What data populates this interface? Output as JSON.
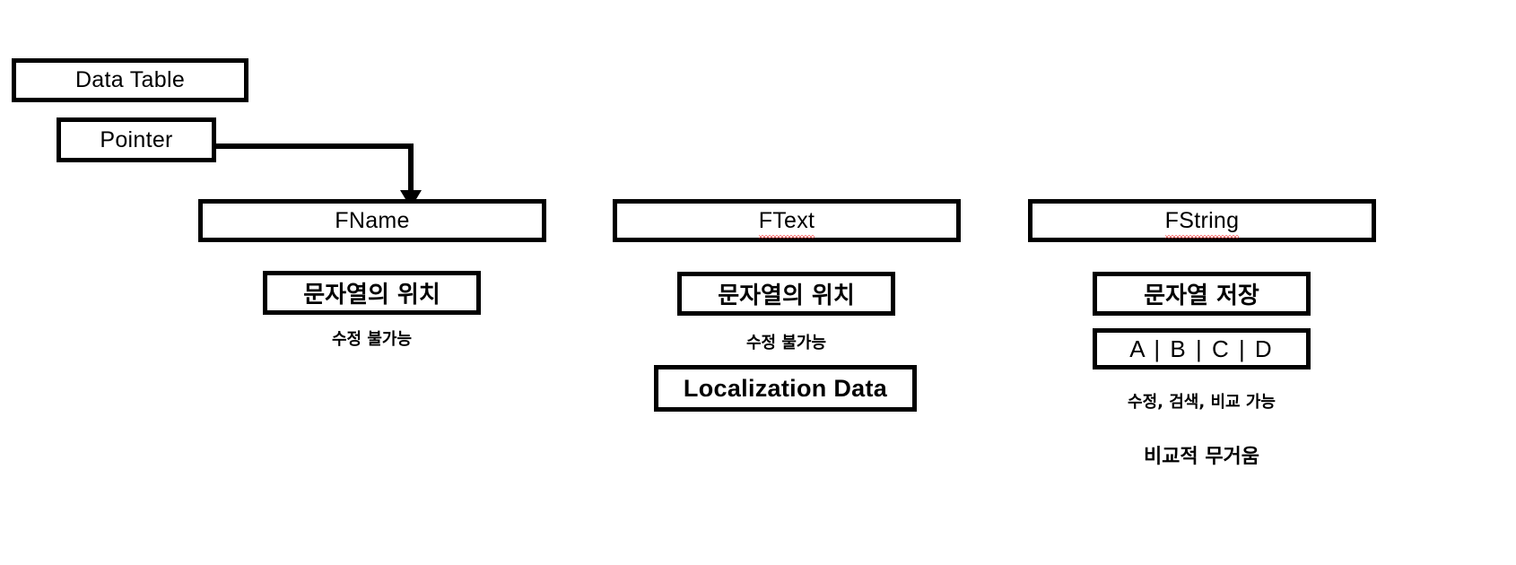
{
  "diagram": {
    "title_hint": "FName / FText / FString comparison",
    "columns": [
      {
        "id": "fname",
        "source_boxes": [
          {
            "label": "Data Table"
          },
          {
            "label": "Pointer"
          }
        ],
        "type_label": "FName",
        "type_spellchecked": false,
        "feature_box": "문자열의 위치",
        "notes": [
          "수정 불가능"
        ],
        "extra_boxes": []
      },
      {
        "id": "ftext",
        "source_boxes": [],
        "type_label": "FText",
        "type_spellchecked": true,
        "feature_box": "문자열의 위치",
        "notes": [
          "수정 불가능"
        ],
        "extra_boxes": [
          {
            "label": "Localization Data"
          }
        ]
      },
      {
        "id": "fstring",
        "source_boxes": [],
        "type_label": "FString",
        "type_spellchecked": true,
        "feature_box": "문자열 저장",
        "notes": [
          "수정, 검색, 비교 가능",
          "비교적 무거움"
        ],
        "extra_boxes": [
          {
            "label": "A | B | C | D"
          }
        ]
      }
    ],
    "connector": {
      "from": "Pointer",
      "to": "FName",
      "arrow_icon": "down-arrow-icon"
    },
    "colors": {
      "stroke": "#000000",
      "background": "#ffffff",
      "spellcheck": "#ff0000"
    }
  }
}
